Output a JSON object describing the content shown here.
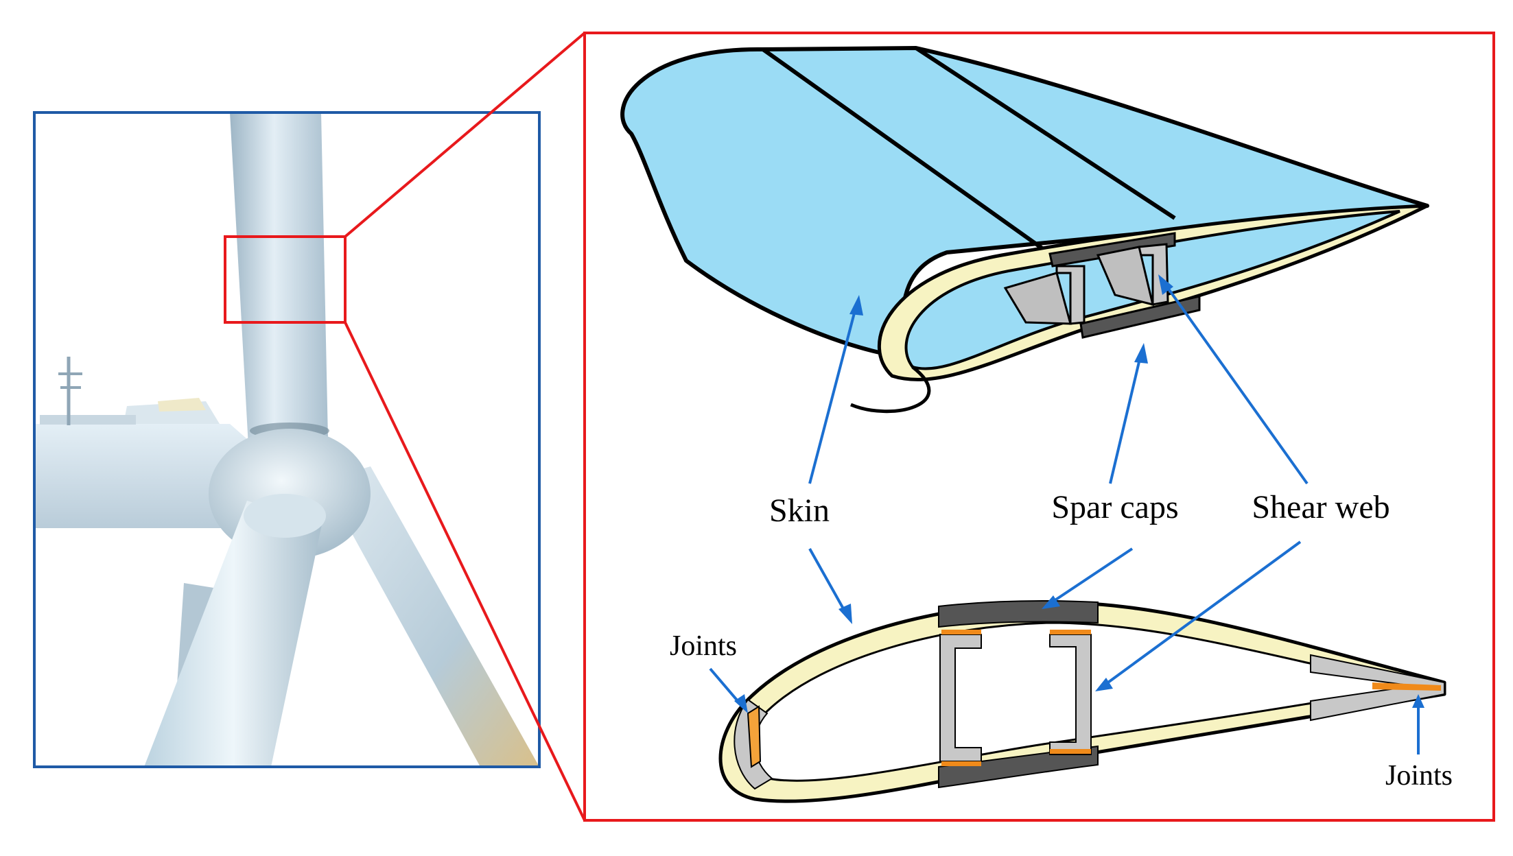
{
  "labels": {
    "skin": "Skin",
    "spar_caps": "Spar caps",
    "shear_web": "Shear web",
    "joints_leading": "Joints",
    "joints_trailing": "Joints"
  },
  "colors": {
    "detail_frame": "#e8191c",
    "photo_frame": "#1f5aa6",
    "arrow": "#1b6fd1",
    "blade_surface": "#9bdcf5",
    "skin_core": "#f7f3c2",
    "spar_cap": "#555555",
    "web": "#c8c8c8",
    "joint": "#f08a1a",
    "turbine": "#cfe0ea"
  }
}
